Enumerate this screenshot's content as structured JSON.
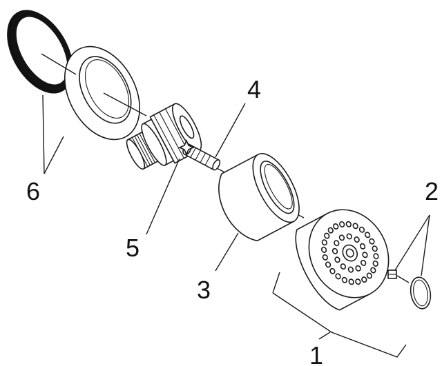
{
  "diagram": {
    "type": "exploded-parts-view",
    "callouts": [
      {
        "id": "c1",
        "label": "1"
      },
      {
        "id": "c2",
        "label": "2"
      },
      {
        "id": "c3",
        "label": "3"
      },
      {
        "id": "c4",
        "label": "4"
      },
      {
        "id": "c5",
        "label": "5"
      },
      {
        "id": "c6",
        "label": "6"
      }
    ],
    "parts": [
      {
        "callout": "6",
        "icon": "rosette-rings-icon"
      },
      {
        "callout": "5",
        "icon": "threaded-body-icon"
      },
      {
        "callout": "4",
        "icon": "spindle-icon"
      },
      {
        "callout": "3",
        "icon": "cover-cap-icon"
      },
      {
        "callout": "1",
        "icon": "shower-head-icon"
      },
      {
        "callout": "2",
        "icon": "o-ring-icon"
      }
    ],
    "spray_nozzles": {
      "count": 36
    },
    "colors": {
      "line": "#1a1a1a",
      "background": "#ffffff"
    }
  }
}
